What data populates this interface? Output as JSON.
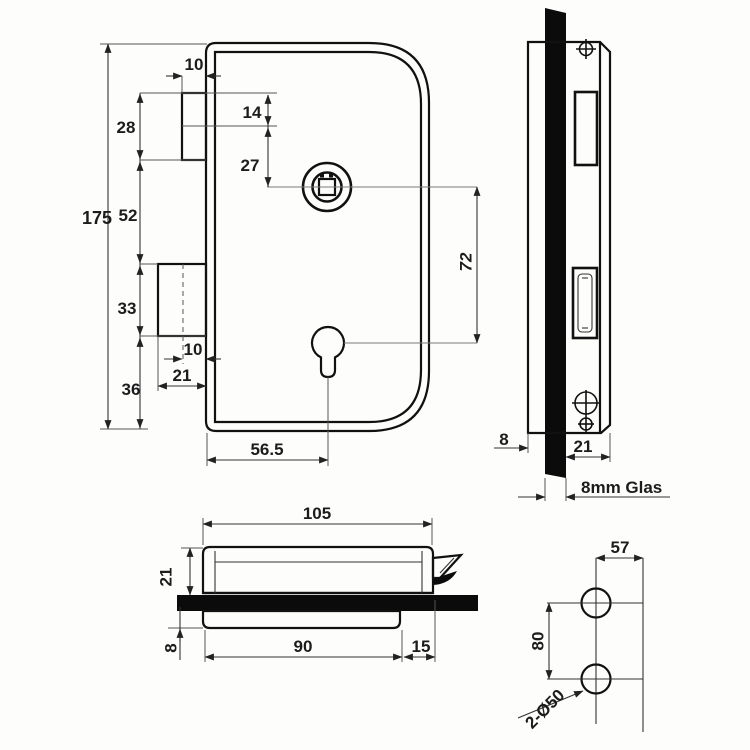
{
  "front_view": {
    "dim_overall_height": "175",
    "dim_latch_protrusion": "10",
    "dim_latch_height": "28",
    "dim_14": "14",
    "dim_27": "27",
    "dim_52": "52",
    "dim_33": "33",
    "dim_hook_half_width": "10",
    "dim_hook_width": "21",
    "dim_36": "36",
    "dim_keyhole_offset": "56.5",
    "dim_spindle_to_keyhole": "72"
  },
  "side_view": {
    "dim_cover_thickness": "8",
    "dim_body_thickness": "21",
    "glass_note": "8mm Glas"
  },
  "top_view": {
    "dim_width": "105",
    "dim_upper_depth": "21",
    "dim_lower_depth": "8",
    "dim_plate_length": "90",
    "dim_edge_distance": "15"
  },
  "drill_view": {
    "dim_hole_to_edge": "57",
    "dim_hole_spacing": "80",
    "holes_label": "2-Ø50"
  }
}
